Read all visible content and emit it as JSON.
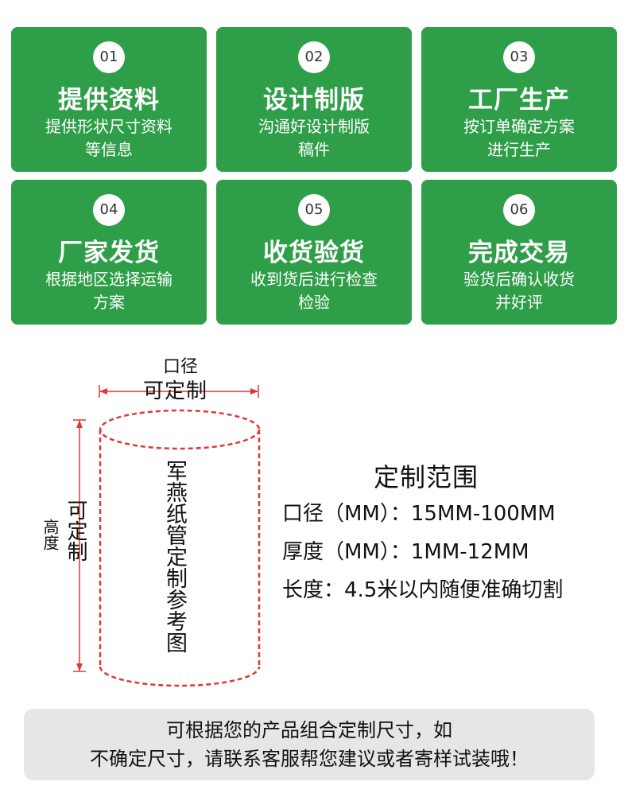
{
  "steps": [
    {
      "num": "01",
      "title": "提供资料",
      "desc1": "提供形状尺寸资料",
      "desc2": "等信息"
    },
    {
      "num": "02",
      "title": "设计制版",
      "desc1": "沟通好设计制版",
      "desc2": "稿件"
    },
    {
      "num": "03",
      "title": "工厂生产",
      "desc1": "按订单确定方案",
      "desc2": "进行生产"
    },
    {
      "num": "04",
      "title": "厂家发货",
      "desc1": "根据地区选择运输",
      "desc2": "方案"
    },
    {
      "num": "05",
      "title": "收货验货",
      "desc1": "收到货后进行检查",
      "desc2": "检验"
    },
    {
      "num": "06",
      "title": "完成交易",
      "desc1": "验货后确认收货",
      "desc2": "并好评"
    }
  ],
  "diagram": {
    "diameter_label": "口径",
    "diameter_custom": "可定制",
    "height_label": "高度",
    "height_custom": "可定制",
    "tube_text": "军燕纸管定制参考图"
  },
  "range": {
    "title": "定制范围",
    "line1": "口径（MM）：15MM-100MM",
    "line2": "厚度（MM）：1MM-12MM",
    "line3": "长度：4.5米以内随便准确切割"
  },
  "notice": {
    "line1": "可根据您的产品组合定制尺寸，如",
    "line2": "不确定尺寸，请联系客服帮您建议或者寄样试装哦！"
  },
  "colors": {
    "card_green": "#2f9e48",
    "dash_red": "#e0373b",
    "notice_bg": "#e6e6e6"
  }
}
